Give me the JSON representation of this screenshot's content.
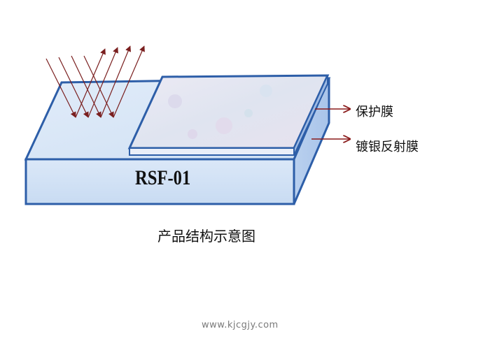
{
  "diagram": {
    "product_code": "RSF-01",
    "labels": {
      "protective_film": "保护膜",
      "silver_reflective_film": "镀银反射膜"
    },
    "caption": "产品结构示意图",
    "watermark": "www.kjcgjy.com",
    "colors": {
      "board_fill": "#d7e6f7",
      "board_edge": "#2d5ea8",
      "film_fill": "#e6e4f0",
      "ray_color": "#7a1f1f",
      "label_arrow": "#8a1a1a"
    }
  }
}
